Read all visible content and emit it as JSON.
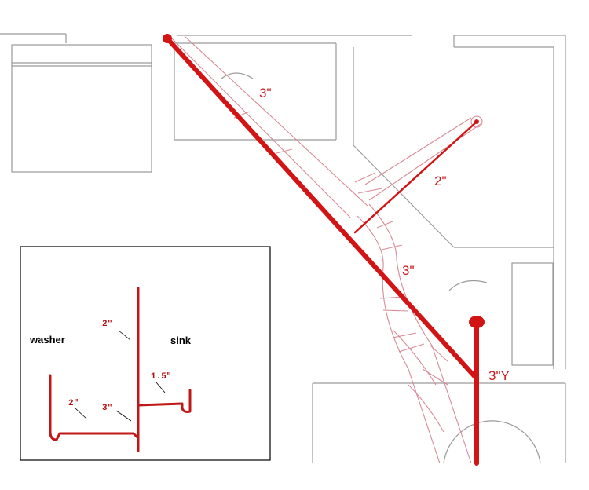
{
  "main_plan": {
    "labels": {
      "vent_main": "3\"",
      "branch_sink": "2\"",
      "drain_lower": "3\"",
      "wye_fitting": "3\"Y"
    }
  },
  "inset_diagram": {
    "labels": {
      "washer": "washer",
      "sink": "sink",
      "stack_upper": "2\"",
      "sink_trap_arm": "1.5\"",
      "washer_trap_arm": "2\"",
      "stack_lower": "3\""
    }
  },
  "colors": {
    "pipe_red": "#d31414",
    "pipe_outline_pink": "#d98a97",
    "floorplan_gray": "#9a9a9a"
  }
}
